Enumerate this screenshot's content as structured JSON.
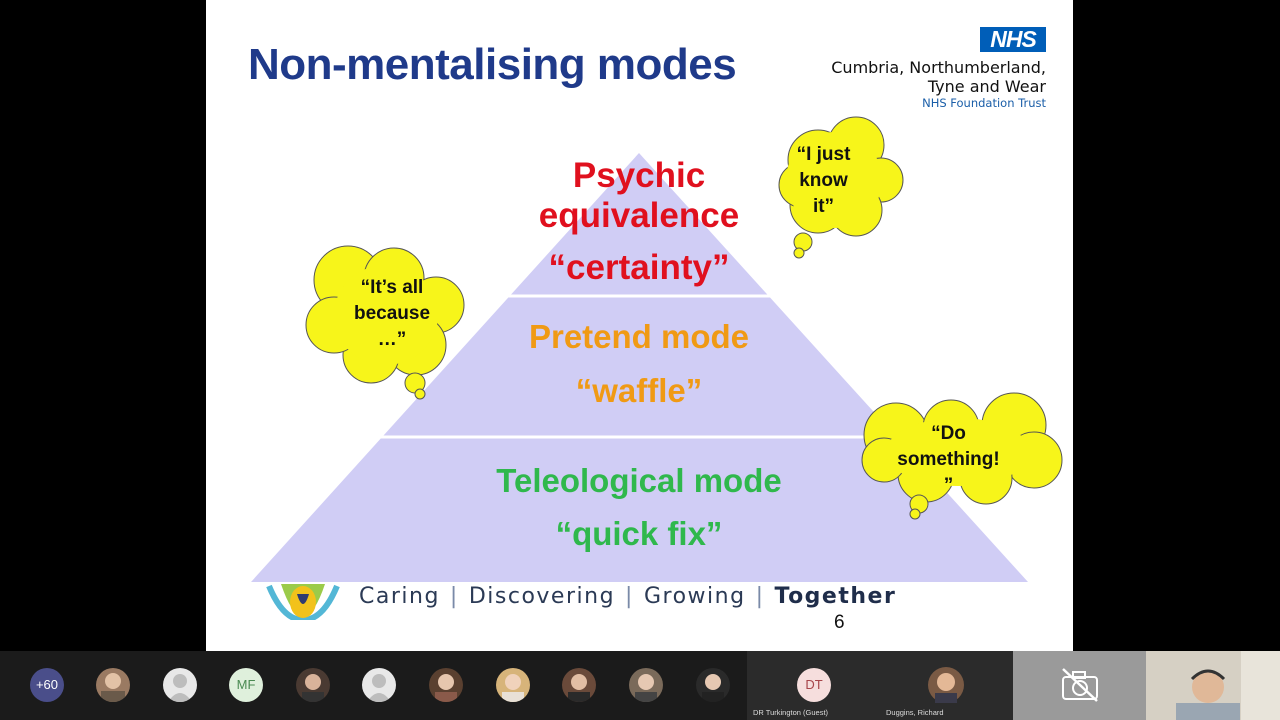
{
  "slide": {
    "title": "Non-mentalising modes",
    "logo": {
      "badge": "NHS",
      "trust_lines": [
        "Cumbria, Northumberland,",
        "Tyne and Wear"
      ],
      "trust_sub": "NHS Foundation Trust"
    },
    "pyramid": {
      "fill_color": "#d0cdf5",
      "top": {
        "mode_lines": [
          "Psychic",
          "equivalence"
        ],
        "quote": "“certainty”",
        "color": "#e0101e"
      },
      "middle": {
        "mode": "Pretend mode",
        "quote": "“waffle”",
        "color": "#f09a14"
      },
      "bottom": {
        "mode": "Teleological mode",
        "quote": "“quick fix”",
        "color": "#2fb84c"
      }
    },
    "clouds": [
      {
        "lines": [
          "“I just",
          "know",
          "it”"
        ]
      },
      {
        "lines": [
          "“It’s all",
          "because",
          "…”"
        ]
      },
      {
        "lines": [
          "“Do",
          "something!",
          "”"
        ]
      }
    ],
    "cloud_color": "#f7f51a",
    "footer": {
      "items": [
        "Caring",
        "Discovering",
        "Growing"
      ],
      "emphasis": "Together",
      "separator": "|"
    },
    "page_number": "6"
  },
  "meeting_bar": {
    "more_participants": "+60",
    "avatar_initials": "MF",
    "tiles": [
      {
        "initials": "DT",
        "name": "DR Turkington (Guest)"
      },
      {
        "name": "Duggins, Richard"
      }
    ],
    "camera_off_icon": "camera-off-icon"
  }
}
